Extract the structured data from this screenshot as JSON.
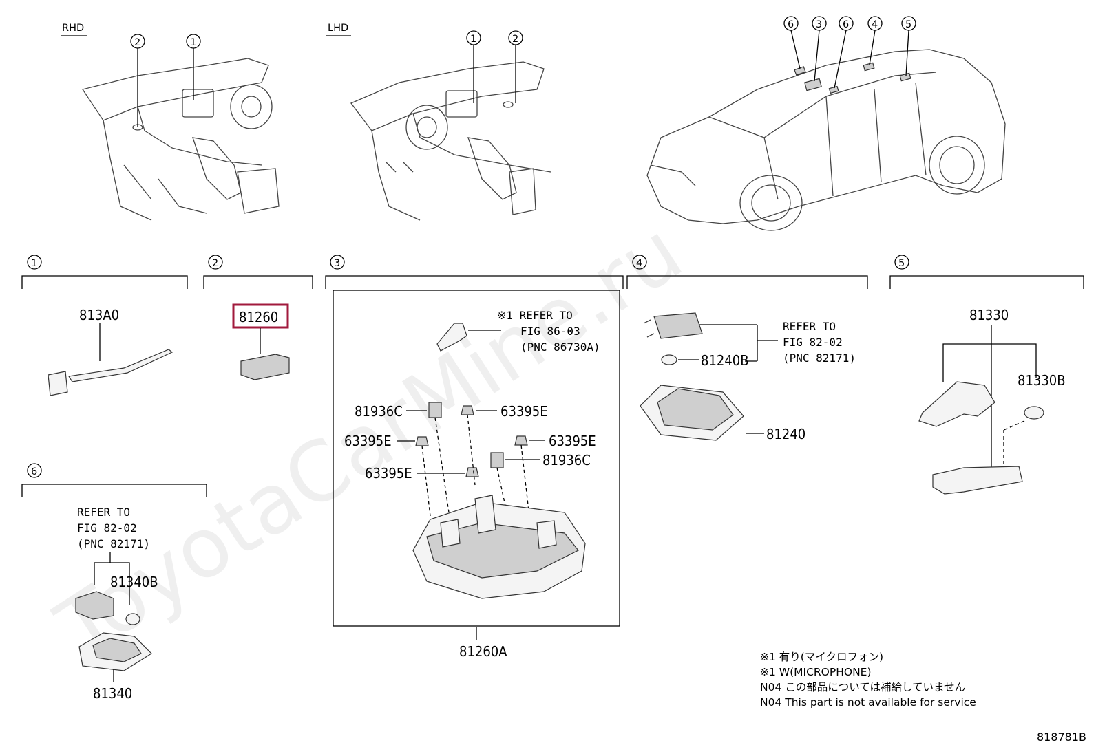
{
  "views": {
    "rhd": "RHD",
    "lhd": "LHD"
  },
  "watermark": "ToyotaCarMine.ru",
  "callouts": [
    "1",
    "2",
    "3",
    "4",
    "5",
    "6"
  ],
  "parts": {
    "p813A0": "813A0",
    "p81260": "81260",
    "p81260A": "81260A",
    "p81936C_a": "81936C",
    "p81936C_b": "81936C",
    "p63395E_a": "63395E",
    "p63395E_b": "63395E",
    "p63395E_c": "63395E",
    "p63395E_d": "63395E",
    "p81240": "81240",
    "p81240B": "81240B",
    "p81330": "81330",
    "p81330B": "81330B",
    "p81340": "81340",
    "p81340B": "81340B"
  },
  "refs": {
    "mic_prefix": "※1 REFER TO",
    "mic_fig": "FIG 86-03",
    "mic_pnc": "(PNC 86730A)",
    "refer_to": "REFER TO",
    "fig_82_02": "FIG 82-02",
    "pnc_82171": "(PNC 82171)"
  },
  "notes": [
    "※1 有り(マイクロフォン)",
    "※1 W(MICROPHONE)",
    "N04 この部品については補給していません",
    "N04 This part is not available for service"
  ],
  "figure_number": "818781B",
  "colors": {
    "highlight": "#a11a3c",
    "line": "#000000"
  }
}
